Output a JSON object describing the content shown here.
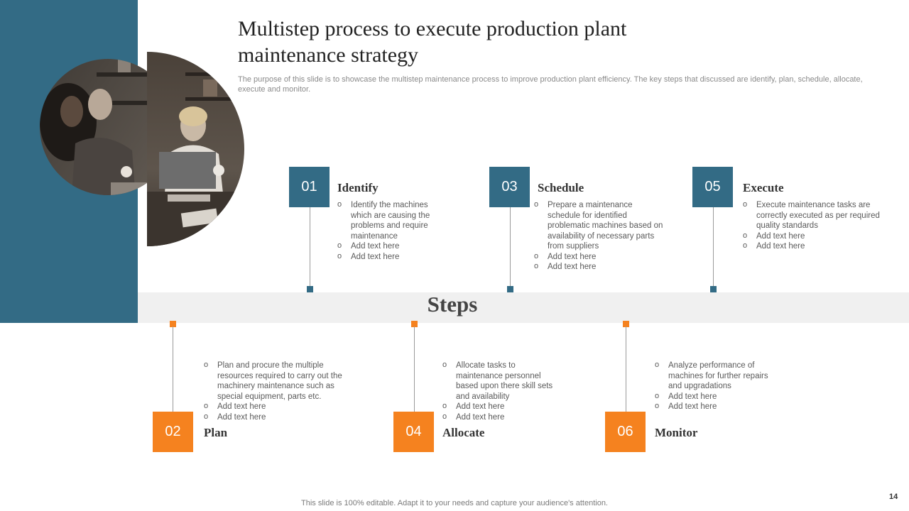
{
  "slide": {
    "title": "Multistep process to execute production plant maintenance strategy",
    "subtitle": "The purpose of this slide is to showcase the multistep maintenance process to improve production plant efficiency. The key steps that discussed are identify, plan, schedule, allocate, execute and monitor.",
    "center_label": "Steps",
    "footer": "This slide is 100% editable. Adapt it to your needs and capture your audience's attention.",
    "page_number": "14"
  },
  "colors": {
    "teal": "#336b85",
    "orange": "#f5821f",
    "band": "#f0f0f0"
  },
  "steps": [
    {
      "num": "01",
      "title": "Identify",
      "bullets": [
        "Identify the machines which are causing the problems and require maintenance",
        "Add text here",
        "Add text here"
      ]
    },
    {
      "num": "02",
      "title": "Plan",
      "bullets": [
        "Plan and procure the multiple resources required to carry out the machinery maintenance such as special equipment, parts etc.",
        "Add text here",
        "Add text here"
      ]
    },
    {
      "num": "03",
      "title": "Schedule",
      "bullets": [
        "Prepare a maintenance schedule for identified problematic machines based on availability of necessary parts from suppliers",
        "Add text here",
        "Add text here"
      ]
    },
    {
      "num": "04",
      "title": "Allocate",
      "bullets": [
        "Allocate tasks to maintenance personnel based upon there skill sets and availability",
        "Add text here",
        "Add text here"
      ]
    },
    {
      "num": "05",
      "title": "Execute",
      "bullets": [
        "Execute maintenance tasks are correctly executed as per required quality standards",
        "Add text here",
        "Add text here"
      ]
    },
    {
      "num": "06",
      "title": "Monitor",
      "bullets": [
        "Analyze performance of machines for further repairs and upgradations",
        "Add text here",
        "Add text here"
      ]
    }
  ]
}
